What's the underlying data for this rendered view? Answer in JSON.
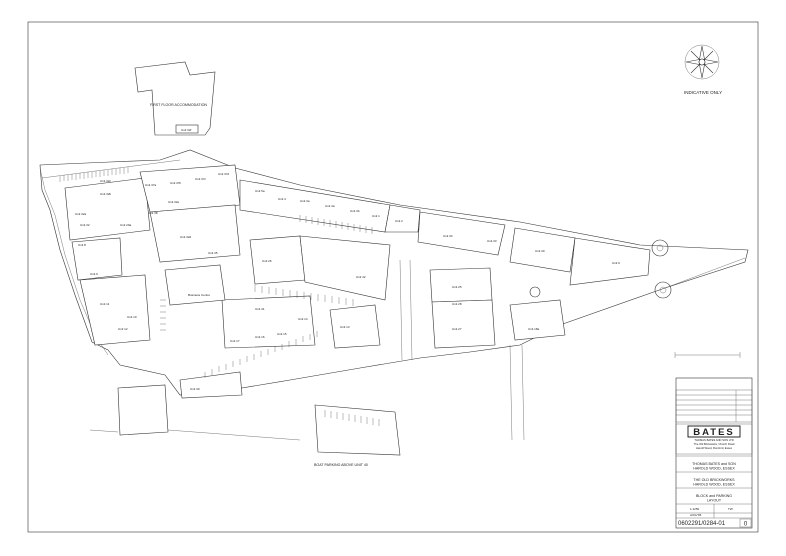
{
  "plan": {
    "indicative": "INDICATIVE ONLY",
    "first_floor": "FIRST FLOOR ACCOMMODATION",
    "unit_32f": "Unit 32f",
    "boat_parking": "BOAT PARKING ABOVE UNIT 40",
    "unit_labels": [
      "Unit 37a",
      "Unit 37b",
      "Unit 37c",
      "Unit 37d",
      "Unit 32c",
      "Unit 32a",
      "Unit 32b",
      "Unit 38",
      "Unit 32e",
      "Unit 5a",
      "Unit 3a",
      "Unit 4a",
      "Unit 4",
      "Unit 3b",
      "Unit 2",
      "Unit 1",
      "Unit 6",
      "Unit 8",
      "Unit 34",
      "Unit 33",
      "Unit 30",
      "Unit 9",
      "Unit 10",
      "Unit 11",
      "Unit 12",
      "Unit 26",
      "Unit 42",
      "Unit 25",
      "Unit 28",
      "Unit 27",
      "Unit 41",
      "Unit 17",
      "Unit 16",
      "Unit 15",
      "Unit 14",
      "Unit 13",
      "Unit 32d",
      "Unit 35",
      "Unit 20a",
      "Unit 32",
      "Unit 18a",
      "Unit 39"
    ],
    "business_centre": "Business Centre"
  },
  "title_block": {
    "company": "BATES",
    "company_lines": [
      "THOMAS BATES AND SON LTD",
      "The Old Brickworks, Church Road",
      "Harold Wood, Romford, Essex"
    ],
    "client": "THOMAS BATES and SON\nHAROLD WOOD, ESSEX",
    "project": "THE OLD BRICKWORKS\nHAROLD WOOD, ESSEX",
    "title": "BLOCK and PARKING\nLAYOUT",
    "scale": "1:1250",
    "drawn": "TW",
    "date": "AUG/'06",
    "drawing_no": "0602291/0284-01",
    "revision": "0"
  }
}
